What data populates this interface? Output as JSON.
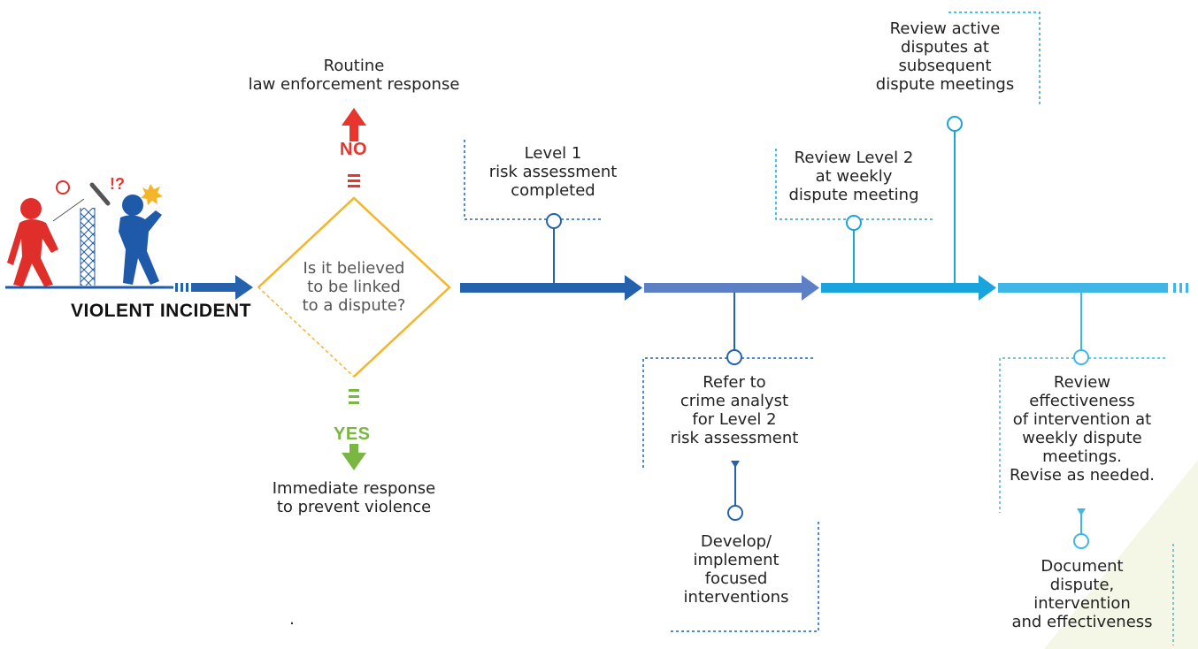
{
  "incident": {
    "label": "VIOLENT INCIDENT",
    "icon": "people-conflict-icon",
    "exclaim": "!?"
  },
  "decision": {
    "question": "Is it believed\nto be linked\nto a dispute?",
    "no_label": "NO",
    "yes_label": "YES",
    "no_outcome": "Routine\nlaw enforcement response",
    "yes_outcome": "Immediate response\nto prevent violence"
  },
  "steps": [
    {
      "text": "Level 1\nrisk assessment\ncompleted"
    },
    {
      "text": "Refer to\ncrime analyst\nfor Level 2\nrisk assessment"
    },
    {
      "text": "Develop/\nimplement\nfocused\ninterventions"
    },
    {
      "text": "Review Level 2\nat weekly\ndispute meeting"
    },
    {
      "text": "Review active\ndisputes at\nsubsequent\ndispute meetings"
    },
    {
      "text": "Review\neffectiveness\nof intervention at\nweekly dispute\nmeetings.\nRevise as needed."
    },
    {
      "text": "Document\ndispute,\nintervention\nand effectiveness"
    }
  ],
  "colors": {
    "seg1": "#2462ad",
    "seg2": "#5d7fc6",
    "seg3": "#1aa4dd",
    "seg4": "#3fb6e6",
    "no": "#e8352e",
    "yes": "#7ab642",
    "diamond": "#f4b528",
    "red_person": "#e02f2b",
    "blue_person": "#1f59a9"
  },
  "footnote": "."
}
